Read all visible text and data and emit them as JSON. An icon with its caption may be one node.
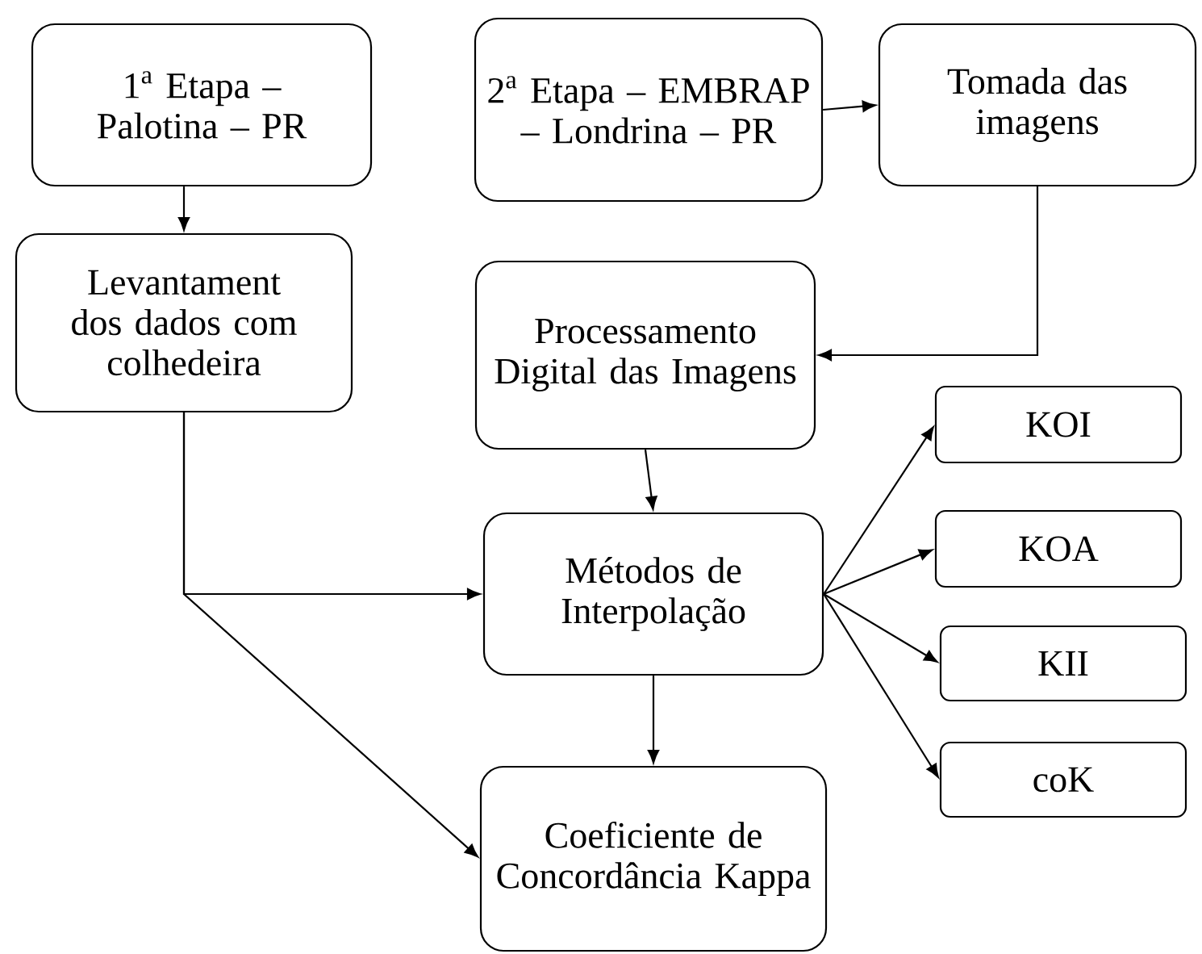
{
  "diagram": {
    "nodes": [
      {
        "text": [
          "1$^{a}$ Etapa – Palotina – PR"
        ]
      },
      {
        "text": [
          "2$^{a}$ Etapa – EMBRAP – Londrina – PR"
        ]
      },
      {
        "text": [
          "Tomada das imagens"
        ]
      },
      {
        "text": [
          "Levantament dos dados com colhedeira"
        ]
      },
      {
        "text": [
          "Processamento Digital das Imagens"
        ]
      },
      {
        "text": [
          "Métodos de Interpolação"
        ]
      },
      {
        "text": [
          "KOI"
        ]
      },
      {
        "text": [
          "KOA"
        ]
      },
      {
        "text": [
          "KII"
        ]
      },
      {
        "text": [
          "coK"
        ]
      },
      {
        "text": [
          "Coeficiente de Concordância Kappa"
        ]
      }
    ],
    "edges": [
      {
        "from": 0,
        "to": 3,
        "arrow": "to"
      },
      {
        "from": 1,
        "to": 2,
        "arrow": "to"
      },
      {
        "from": 2,
        "to": 4,
        "arrow": "to"
      },
      {
        "from": 4,
        "to": 5,
        "arrow": "to"
      },
      {
        "from": 3,
        "to": 5,
        "arrow": "to"
      },
      {
        "from": 3,
        "to": 10,
        "arrow": "to"
      },
      {
        "from": 5,
        "to": 6,
        "arrow": "to"
      },
      {
        "from": 5,
        "to": 7,
        "arrow": "to"
      },
      {
        "from": 5,
        "to": 8,
        "arrow": "to"
      },
      {
        "from": 5,
        "to": 9,
        "arrow": "to"
      },
      {
        "from": 5,
        "to": 10,
        "arrow": "to"
      }
    ]
  }
}
